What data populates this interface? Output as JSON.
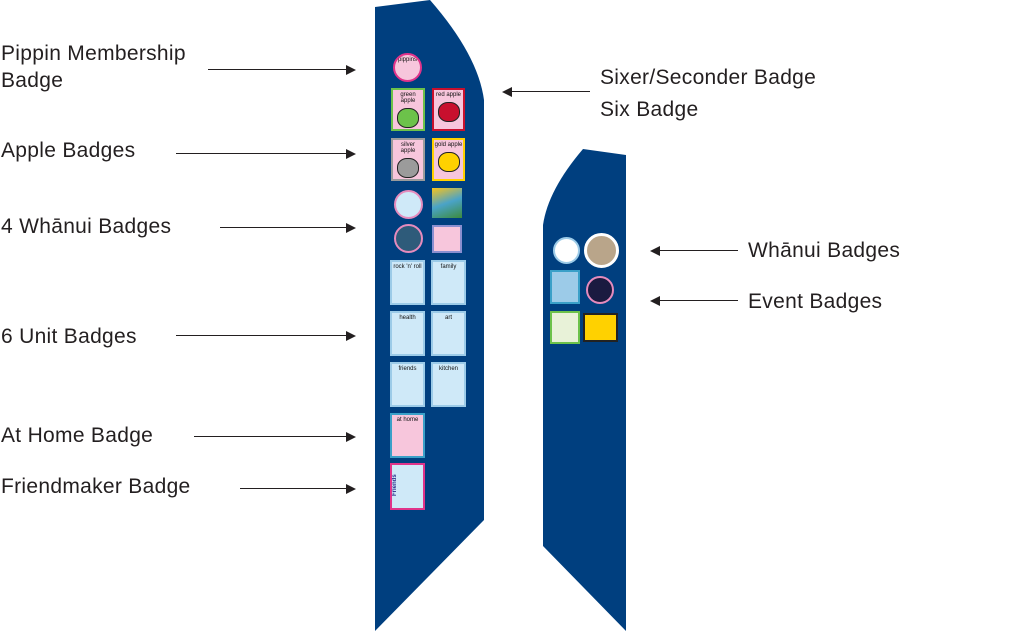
{
  "labels_left": [
    {
      "id": "pippin",
      "text": "Pippin Membership Badge"
    },
    {
      "id": "apple",
      "text": "Apple Badges"
    },
    {
      "id": "whanui4",
      "text": "4 Whānui Badges"
    },
    {
      "id": "unit",
      "text": "6 Unit Badges"
    },
    {
      "id": "athome",
      "text": "At Home Badge"
    },
    {
      "id": "friendmaker",
      "text": "Friendmaker Badge"
    }
  ],
  "labels_right": {
    "sixer": "Sixer/Seconder Badge",
    "six": "Six Badge",
    "whanui": "Whānui Badges",
    "event": "Event Badges"
  },
  "badges": {
    "pippin": "pippins",
    "apples": [
      "green apple",
      "red apple",
      "silver apple",
      "gold apple"
    ],
    "units": [
      "rock 'n' roll",
      "family",
      "health",
      "art",
      "friends",
      "kitchen"
    ],
    "athome": "at home",
    "friendmaker": "Friends"
  },
  "colors": {
    "sash": "#003f7f",
    "green": "#6cc24a",
    "red": "#c8102e",
    "silver": "#9b9b9b",
    "gold": "#ffd100"
  }
}
